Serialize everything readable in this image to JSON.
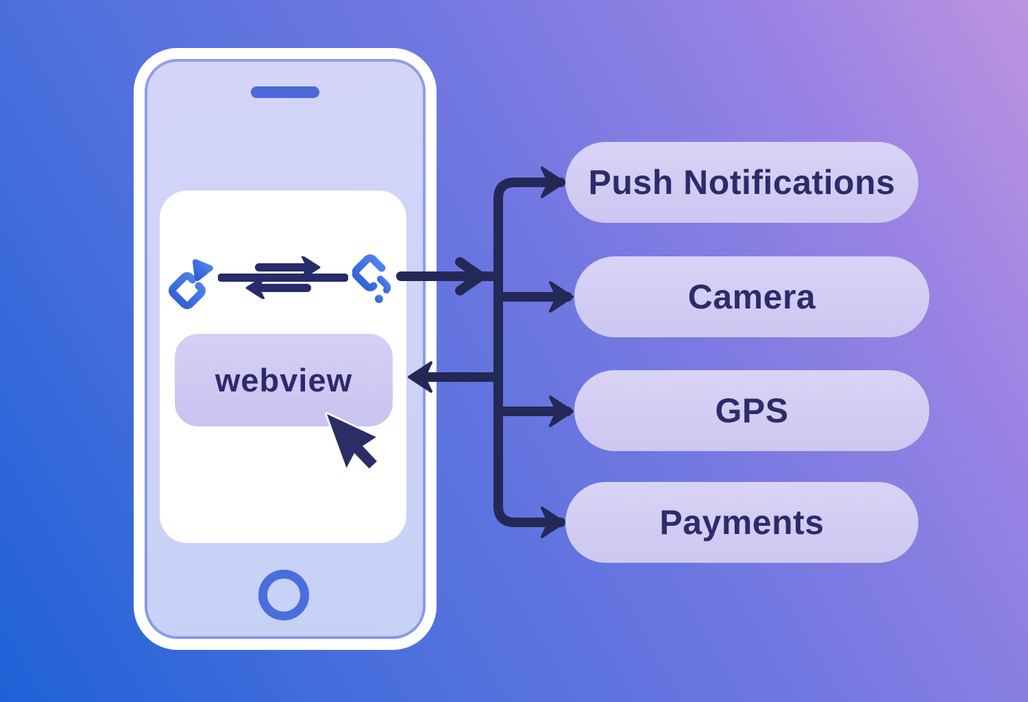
{
  "phone": {
    "webview_label": "webview"
  },
  "capabilities": [
    {
      "label": "Push Notifications"
    },
    {
      "label": "Camera"
    },
    {
      "label": "GPS"
    },
    {
      "label": "Payments"
    }
  ],
  "icons": [
    "link-icon",
    "transfer-arrows-icon",
    "broken-link-icon",
    "cursor-icon",
    "speaker-slot",
    "home-button-ring"
  ],
  "colors": {
    "background_blue": "#1f61d7",
    "background_purple": "#bd94e0",
    "arrow_navy": "#232857",
    "text_navy": "#2d2a6b",
    "icon_blue_dark": "#2f5cd3",
    "icon_blue_light": "#5287f0",
    "accent_blue": "#4a6edd",
    "pill_lavender": "#cdc7f1",
    "phone_body_lavender": "#cdd3f7",
    "screen_white": "#ffffff"
  }
}
